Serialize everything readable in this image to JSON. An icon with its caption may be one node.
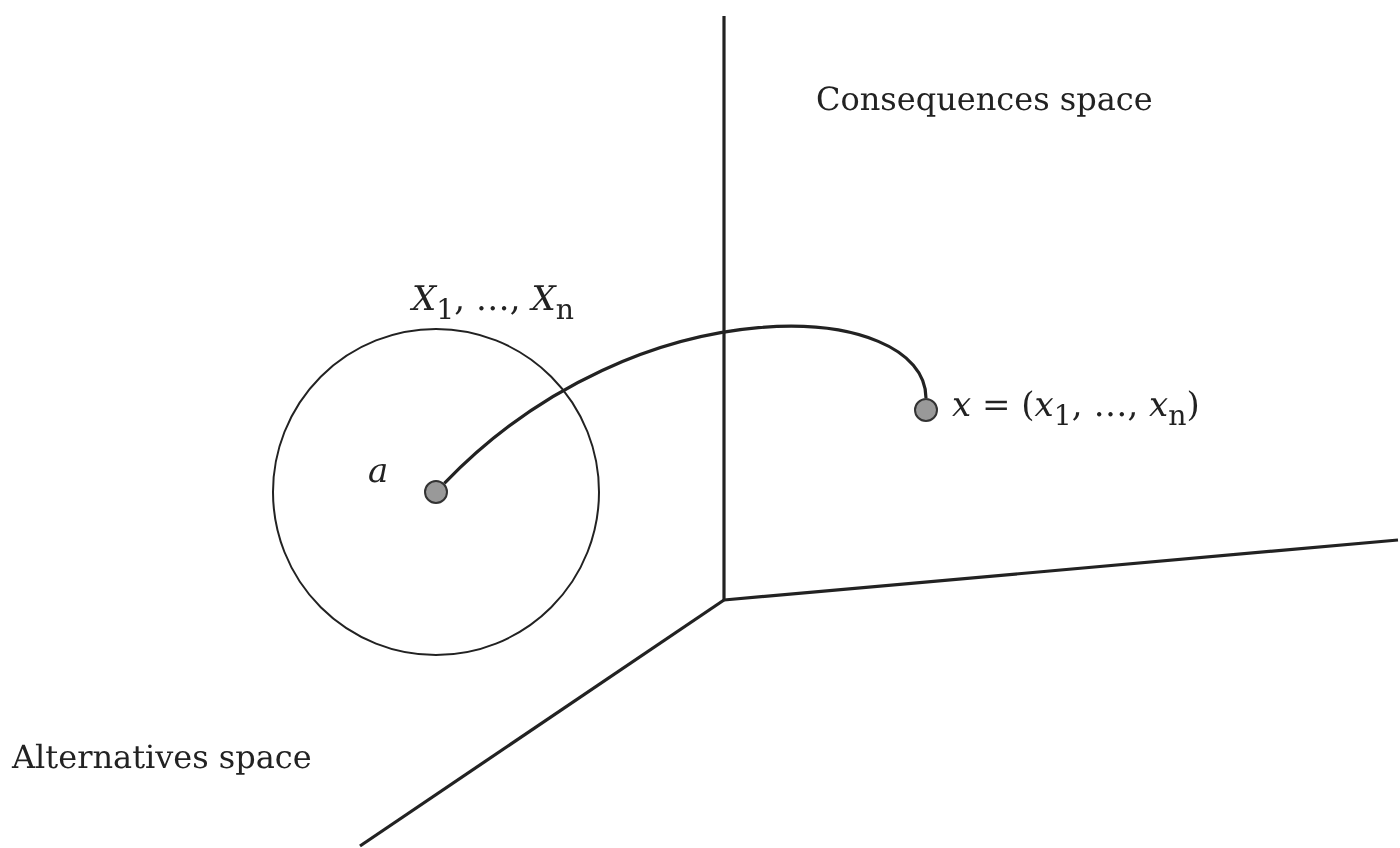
{
  "diagram": {
    "nodes": [
      {
        "text": [],
        "shape": "circle",
        "beside": [
          "*X*$_{1}$, …, *X*$_{n}$"
        ]
      },
      {
        "text": [],
        "shape": "circle",
        "beside": [
          "*a*"
        ],
        "in": 0
      },
      {
        "text": [],
        "shape": "circle",
        "beside": [
          "*x* = (*x*$_{1}$, …, *x*$_{n}$)"
        ]
      }
    ],
    "edges": [
      {
        "from": 1,
        "to": 2,
        "arrow": "none"
      }
    ],
    "labels": [
      "Consequences space",
      "Alternatives space"
    ]
  }
}
